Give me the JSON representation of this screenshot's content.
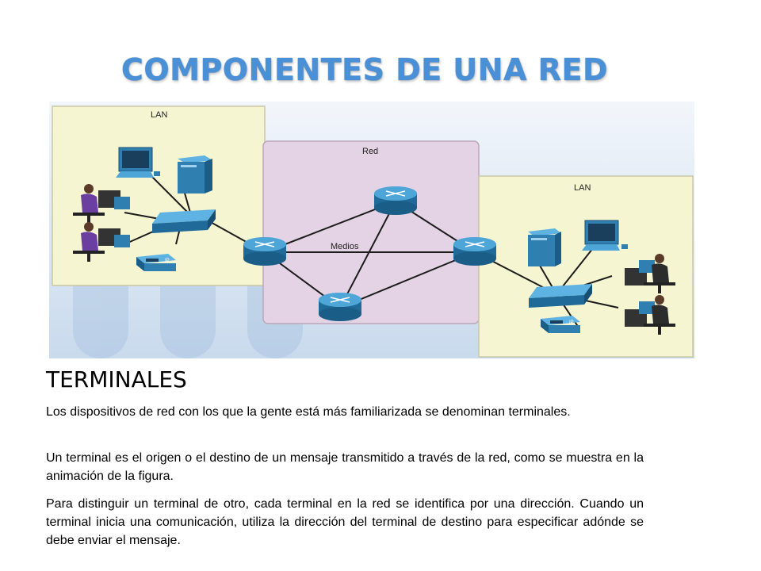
{
  "slide": {
    "title": "COMPONENTES DE UNA RED",
    "section_title": "TERMINALES",
    "paragraphs": [
      "Los dispositivos de red con los que la gente está más familiarizada se denominan terminales.",
      "Un terminal es el origen o el destino de un mensaje transmitido a través de la red, como se muestra en la animación de la figura.",
      " Para distinguir un terminal de otro, cada terminal en la red se identifica por una dirección. Cuando un terminal inicia una comunicación, utiliza la dirección del terminal de destino para especificar adónde se debe enviar el mensaje."
    ]
  },
  "diagram": {
    "lan_left_label": "LAN",
    "network_label": "Red",
    "lan_right_label": "LAN",
    "media_label": "Medios",
    "phone_label": "IP"
  },
  "colors": {
    "title": "#4a90d6",
    "lan_fill": "#f6f5d2",
    "network_fill": "#e4d3e4",
    "device_blue": "#2f7fb0"
  }
}
